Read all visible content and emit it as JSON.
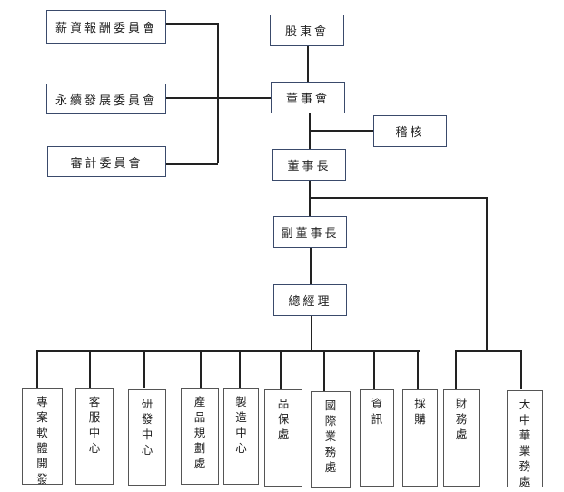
{
  "title": "組織圖",
  "committees": {
    "remuneration": "薪資報酬委員會",
    "sustainability": "永續發展委員會",
    "audit": "審計委員會"
  },
  "main_chain": {
    "shareholders": "股東會",
    "board": "董事會",
    "internal_audit": "稽核",
    "chairman": "董事長",
    "vice_chairman": "副董事長",
    "general_manager": "總經理"
  },
  "departments_under_gm": [
    "專案軟體開發",
    "客服中心",
    "研發中心",
    "產品規劃處",
    "製造中心",
    "品保處",
    "國際業務處",
    "資訊",
    "採購"
  ],
  "departments_under_chairman": [
    "財務處",
    "大中華業務處"
  ],
  "colors": {
    "box_border": "#3a4a6b",
    "line": "#222222"
  }
}
